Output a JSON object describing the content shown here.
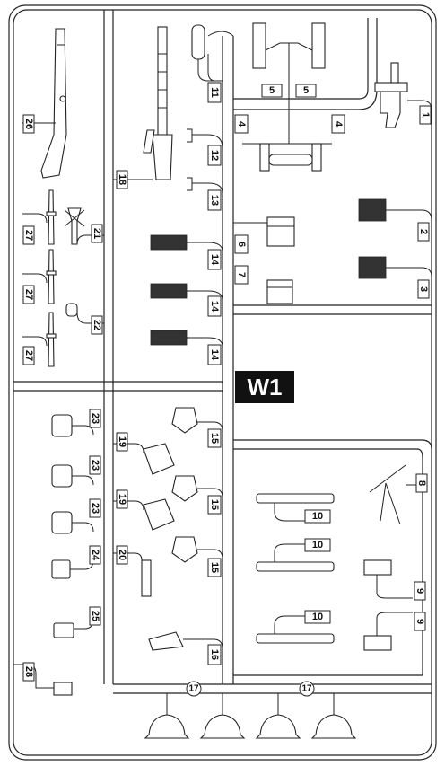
{
  "sprue_code": "W1",
  "part_tags": {
    "p1": "1",
    "p2": "2",
    "p3": "3",
    "p4a": "4",
    "p4b": "4",
    "p5a": "5",
    "p5b": "5",
    "p6": "6",
    "p7": "7",
    "p8": "8",
    "p9a": "9",
    "p9b": "9",
    "p10a": "10",
    "p10b": "10",
    "p10c": "10",
    "p11": "11",
    "p12": "12",
    "p13": "13",
    "p14a": "14",
    "p14b": "14",
    "p14c": "14",
    "p15a": "15",
    "p15b": "15",
    "p15c": "15",
    "p16": "16",
    "p17a": "17",
    "p17b": "17",
    "p18": "18",
    "p19a": "19",
    "p19b": "19",
    "p20": "20",
    "p21": "21",
    "p22": "22",
    "p23a": "23",
    "p23b": "23",
    "p23c": "23",
    "p24": "24",
    "p25": "25",
    "p26": "26",
    "p27a": "27",
    "p27b": "27",
    "p27c": "27",
    "p28": "28"
  }
}
